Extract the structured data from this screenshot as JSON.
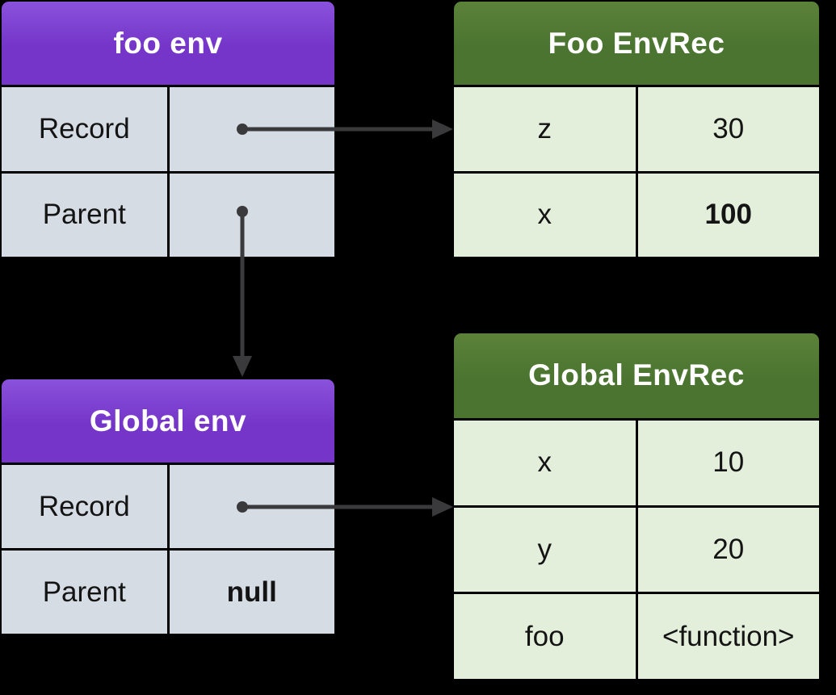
{
  "foo_env": {
    "title": "foo env",
    "rows": [
      {
        "label": "Record",
        "value": "",
        "pointer": true
      },
      {
        "label": "Parent",
        "value": "",
        "pointer": true
      }
    ]
  },
  "foo_envrec": {
    "title": "Foo EnvRec",
    "rows": [
      {
        "label": "z",
        "value": "30"
      },
      {
        "label": "x",
        "value": "100",
        "bold": true
      }
    ]
  },
  "global_env": {
    "title": "Global env",
    "rows": [
      {
        "label": "Record",
        "value": "",
        "pointer": true
      },
      {
        "label": "Parent",
        "value": "null",
        "bold": true
      }
    ]
  },
  "global_envrec": {
    "title": "Global EnvRec",
    "rows": [
      {
        "label": "x",
        "value": "10"
      },
      {
        "label": "y",
        "value": "20"
      },
      {
        "label": "foo",
        "value": "<function>"
      }
    ]
  },
  "edges": [
    {
      "from": "foo env / Record",
      "to": "Foo EnvRec",
      "type": "pointer-arrow"
    },
    {
      "from": "foo env / Parent",
      "to": "Global env",
      "type": "pointer-arrow"
    },
    {
      "from": "Global env / Record",
      "to": "Global EnvRec",
      "type": "pointer-arrow"
    }
  ],
  "colors": {
    "background": "#000000",
    "env_header_purple": "#7435c8",
    "envrec_header_green": "#4a7430",
    "env_cell_gray": "#d6dce4",
    "envrec_cell_green": "#e3efdb",
    "arrow_dark_gray": "#3a3a3c",
    "header_text": "#ffffff",
    "cell_text": "#141414"
  }
}
